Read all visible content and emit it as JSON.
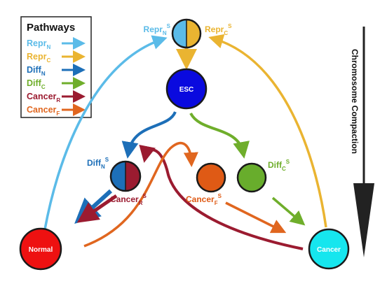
{
  "legend": {
    "title": "Pathways",
    "items": [
      {
        "main": "Repr",
        "sub": "N",
        "color": "#5bbbe8"
      },
      {
        "main": "Repr",
        "sub": "C",
        "color": "#eab431"
      },
      {
        "main": "Diff",
        "sub": "N",
        "color": "#1d6fb8"
      },
      {
        "main": "Diff",
        "sub": "C",
        "color": "#6fae2b"
      },
      {
        "main": "Cancer",
        "sub": "R",
        "color": "#9b1b30"
      },
      {
        "main": "Cancer",
        "sub": "F",
        "color": "#e0661f"
      }
    ]
  },
  "nodes": {
    "esc": {
      "text": "ESC",
      "color": "#0a0adf"
    },
    "normal": {
      "text": "Normal",
      "color": "#ee1111"
    },
    "cancer": {
      "text": "Cancer",
      "color": "#16e6ee"
    },
    "cancer_f_color": "#df5a15",
    "diff_c_color": "#68ad2c"
  },
  "labels": {
    "repr_n": {
      "main": "Repr",
      "sub": "N",
      "sup": "S"
    },
    "repr_c": {
      "main": "Repr",
      "sub": "C",
      "sup": "S"
    },
    "diff_n": {
      "main": "Diff",
      "sub": "N",
      "sup": "S"
    },
    "diff_c": {
      "main": "Diff",
      "sub": "C",
      "sup": "S"
    },
    "cancer_r": {
      "main": "Cancer",
      "sub": "R",
      "sup": "S"
    },
    "cancer_f": {
      "main": "Cancer",
      "sub": "F",
      "sup": "S"
    }
  },
  "compaction": {
    "label": "Chromosome Compaction",
    "color": "#222222"
  }
}
